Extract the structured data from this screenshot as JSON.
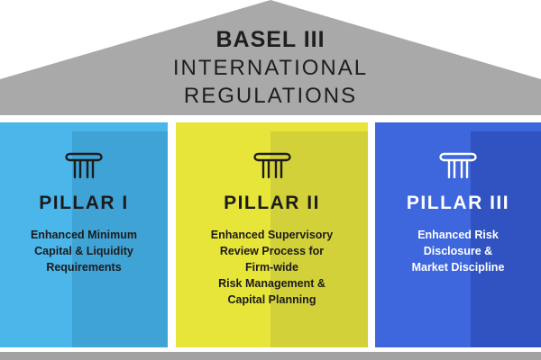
{
  "roof": {
    "line1": "BASEL III",
    "line2": "INTERNATIONAL",
    "line3": "REGULATIONS",
    "color": "#a9a9a9"
  },
  "pillars": [
    {
      "title": "PILLAR I",
      "description": "Enhanced Minimum\nCapital & Liquidity\nRequirements",
      "color": "#4ab6ea",
      "icon": "column-icon"
    },
    {
      "title": "PILLAR II",
      "description": "Enhanced Supervisory\nReview Process for\nFirm-wide\nRisk Management &\nCapital Planning",
      "color": "#e7e53a",
      "icon": "column-icon"
    },
    {
      "title": "PILLAR III",
      "description": "Enhanced Risk\nDisclosure &\nMarket Discipline",
      "color": "#3e66dd",
      "icon": "column-icon"
    }
  ]
}
